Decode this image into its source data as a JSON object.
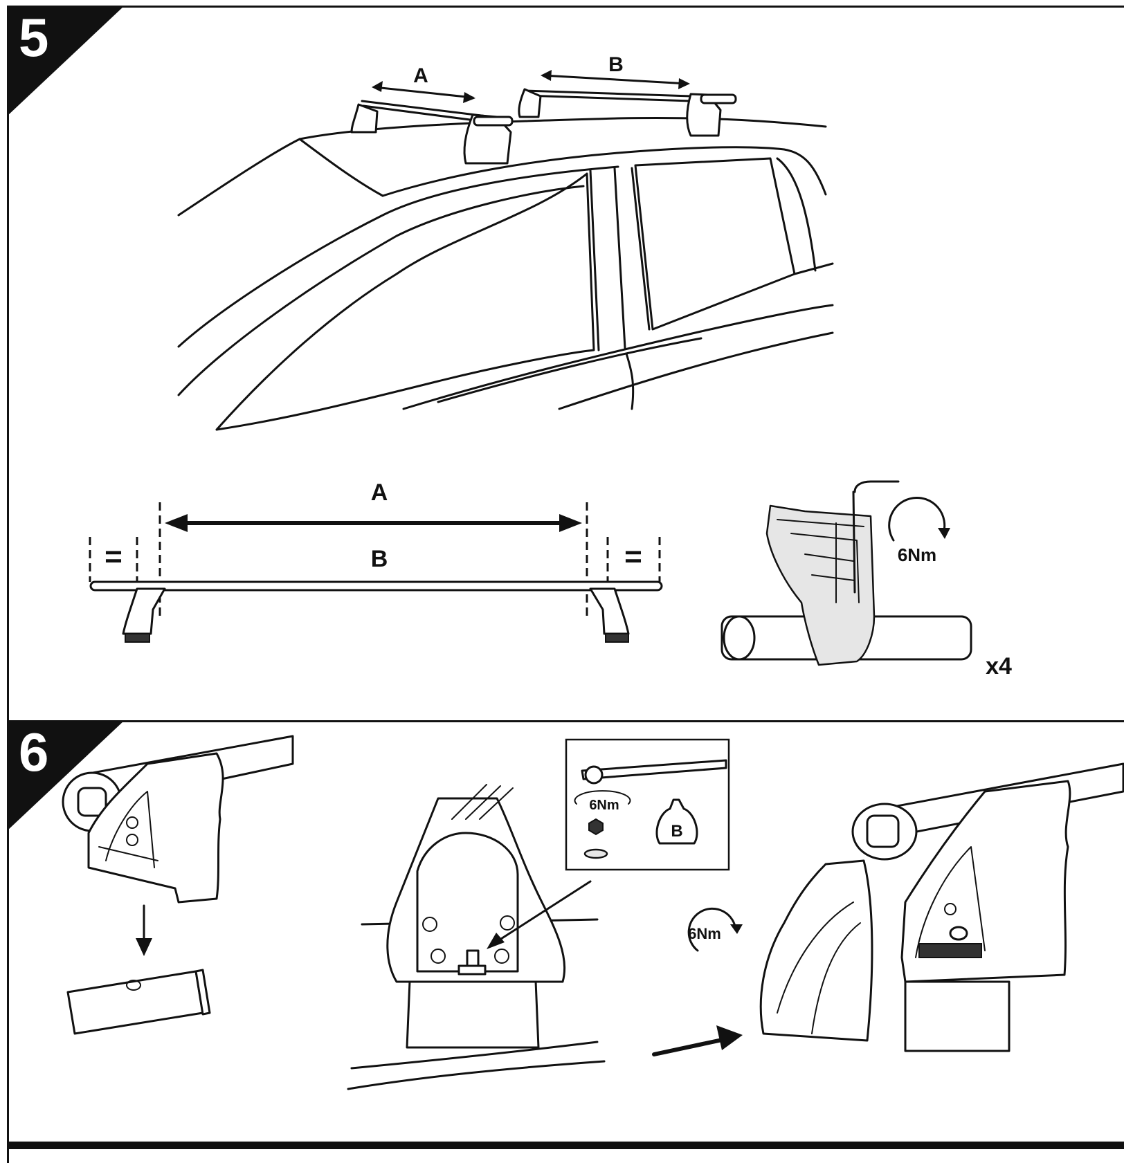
{
  "step5": {
    "number": "5"
  },
  "step6": {
    "number": "6"
  },
  "car_view": {
    "label_a": "A",
    "label_b": "B"
  },
  "bar_view": {
    "label_a": "A",
    "label_b": "B",
    "equal_left": "=",
    "equal_right": "="
  },
  "foot_detail": {
    "torque": "6Nm",
    "quantity": "x4"
  },
  "inset_box": {
    "torque": "6Nm",
    "bag_label": "B"
  },
  "assembly": {
    "torque": "6Nm"
  }
}
